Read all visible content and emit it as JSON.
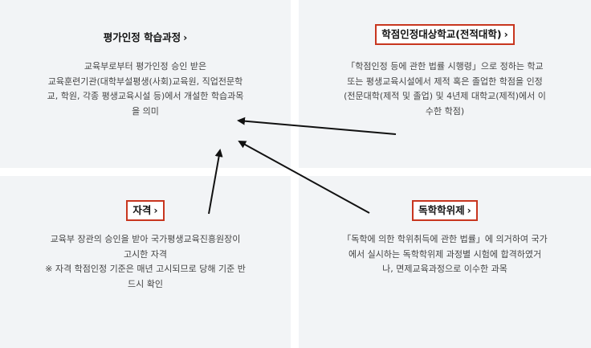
{
  "panels": {
    "eval": {
      "title": "평가인정 학습과정",
      "chevron": "›",
      "desc": [
        "교육부로부터 평가인정 승인 받은",
        "교육훈련기관(대학부설평생(사회)교육원, 직업전문학",
        "교, 학원, 각종 평생교육시설 등)에서 개설한 학습과목",
        "을 의미"
      ]
    },
    "school": {
      "title": "학점인정대상학교(전적대학)",
      "chevron": "›",
      "desc": [
        "「학점인정 등에 관한 법률 시행령」으로 정하는 학교",
        "또는 평생교육시설에서 제적 혹은 졸업한 학점을 인정",
        "(전문대학(제적 및 졸업) 및 4년제 대학교(제적)에서 이",
        "수한 학점)"
      ]
    },
    "cert": {
      "title": "자격",
      "chevron": "›",
      "desc": [
        "교육부 장관의 승인을 받아 국가평생교육진흥원장이",
        "고시한 자격",
        "※ 자격 학점인정 기준은 매년 고시되므로 당해 기준 반",
        "드시 확인"
      ]
    },
    "self": {
      "title": "독학학위제",
      "chevron": "›",
      "desc": [
        "「독학에 의한 학위취득에 관한 법률」에 의거하여 국가",
        "에서 실시하는 독학학위제 과정별 시험에 합격하였거",
        "나, 면제교육과정으로 이수한 과목"
      ]
    }
  },
  "colors": {
    "panel_bg": "#f2f4f6",
    "highlight_border": "#c8361f",
    "arrow": "#111111"
  }
}
